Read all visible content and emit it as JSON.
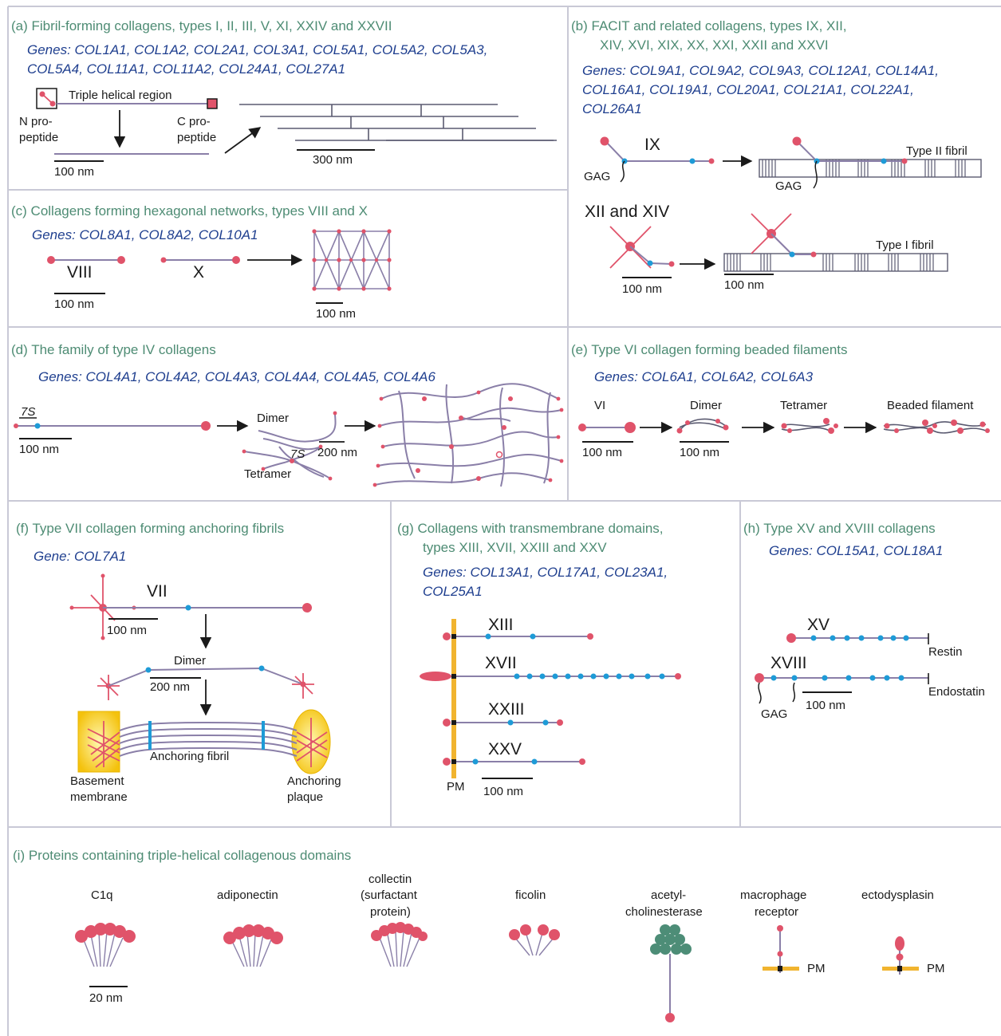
{
  "panels": {
    "a": {
      "title": "(a) Fibril-forming collagens, types I, II, III, V, XI, XXIV and XXVII",
      "genes_line1": "Genes: COL1A1, COL1A2, COL2A1, COL3A1, COL5A1, COL5A2, COL5A3,",
      "genes_line2": "COL5A4, COL11A1, COL11A2, COL24A1, COL27A1",
      "triple_helical_label": "Triple helical region",
      "n_pro_1": "N pro-",
      "n_pro_2": "peptide",
      "c_pro_1": "C pro-",
      "c_pro_2": "peptide",
      "scale_100": "100 nm",
      "scale_300": "300 nm"
    },
    "b": {
      "title_1": "(b) FACIT and related collagens, types IX, XII,",
      "title_2": "XIV,  XVI, XIX, XX, XXI, XXII and XXVI",
      "genes_line1": "Genes: COL9A1, COL9A2, COL9A3, COL12A1, COL14A1,",
      "genes_line2": "COL16A1, COL19A1, COL20A1, COL21A1, COL22A1,",
      "genes_line3": "COL26A1",
      "ix": "IX",
      "gag": "GAG",
      "type_ii_fibril": "Type II fibril",
      "xii_xiv": "XII and XIV",
      "type_i_fibril": "Type I fibril",
      "scale_a": "100 nm",
      "scale_b": "100 nm"
    },
    "c": {
      "title": "(c) Collagens forming hexagonal networks, types VIII and X",
      "genes": "Genes: COL8A1, COL8A2, COL10A1",
      "viii": "VIII",
      "x": "X",
      "scale_a": "100 nm",
      "scale_b": "100 nm"
    },
    "d": {
      "title": "(d) The family of type IV collagens",
      "genes": "Genes: COL4A1, COL4A2, COL4A3, COL4A4, COL4A5, COL4A6",
      "seven_s": "7S",
      "scale_100": "100 nm",
      "dimer": "Dimer",
      "tetramer": "Tetramer",
      "scale_200": "200 nm"
    },
    "e": {
      "title": "(e) Type VI collagen forming beaded filaments",
      "genes": "Genes: COL6A1, COL6A2, COL6A3",
      "vi": "VI",
      "dimer": "Dimer",
      "tetramer": "Tetramer",
      "beaded": "Beaded filament",
      "scale_a": "100 nm",
      "scale_b": "100 nm"
    },
    "f": {
      "title": "(f)  Type VII collagen forming anchoring fibrils",
      "genes": "Gene: COL7A1",
      "vii": "VII",
      "scale_100": "100 nm",
      "dimer": "Dimer",
      "scale_200": "200 nm",
      "anchoring_fibril": "Anchoring fibril",
      "basement_1": "Basement",
      "basement_2": "membrane",
      "plaque_1": "Anchoring",
      "plaque_2": "plaque"
    },
    "g": {
      "title_1": "(g)  Collagens with transmembrane domains,",
      "title_2": "types XIII, XVII, XXIII and XXV",
      "genes_line1": "Genes: COL13A1, COL17A1, COL23A1,",
      "genes_line2": "COL25A1",
      "xiii": "XIII",
      "xvii": "XVII",
      "xxiii": "XXIII",
      "xxv": "XXV",
      "pm": "PM",
      "scale": "100 nm"
    },
    "h": {
      "title": "(h) Type XV and XVIII collagens",
      "genes": "Genes: COL15A1, COL18A1",
      "xv": "XV",
      "restin": "Restin",
      "xviii": "XVIII",
      "endostatin": "Endostatin",
      "scale": "100 nm",
      "gag": "GAG"
    },
    "i": {
      "title": "(i)  Proteins containing triple-helical collagenous domains",
      "c1q": "C1q",
      "adiponectin": "adiponectin",
      "collectin_1": "collectin",
      "collectin_2": "(surfactant",
      "collectin_3": "protein)",
      "ficolin": "ficolin",
      "ache_1": "acetyl-",
      "ache_2": "cholinesterase",
      "macro_1": "macrophage",
      "macro_2": "receptor",
      "pm_a": "PM",
      "ecto": "ectodysplasin",
      "pm_b": "PM",
      "scale": "20 nm"
    }
  }
}
